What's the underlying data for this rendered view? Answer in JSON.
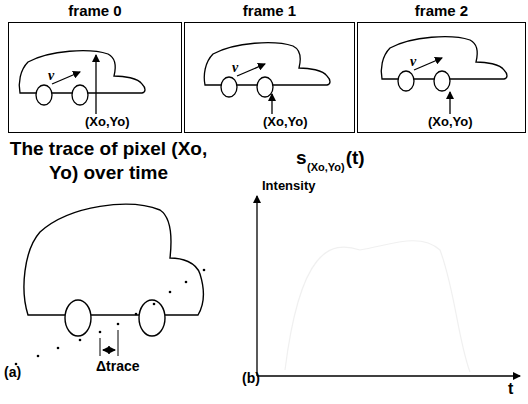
{
  "diagram": {
    "nodes": [
      {
        "text": [
          "frame 0",
          "(Xo,Yo)"
        ]
      },
      {
        "text": [
          "frame 1",
          "(Xo,Yo)"
        ]
      },
      {
        "text": [
          "frame 2",
          "(Xo,Yo)"
        ]
      }
    ],
    "labels": [
      "v",
      "v",
      "v",
      "The trace of pixel (Xo, Yo) over time",
      "(a)",
      "Δtrace",
      "s",
      "(Xo,Yo)",
      "(t)",
      "Intensity",
      "(b)",
      "t"
    ]
  }
}
